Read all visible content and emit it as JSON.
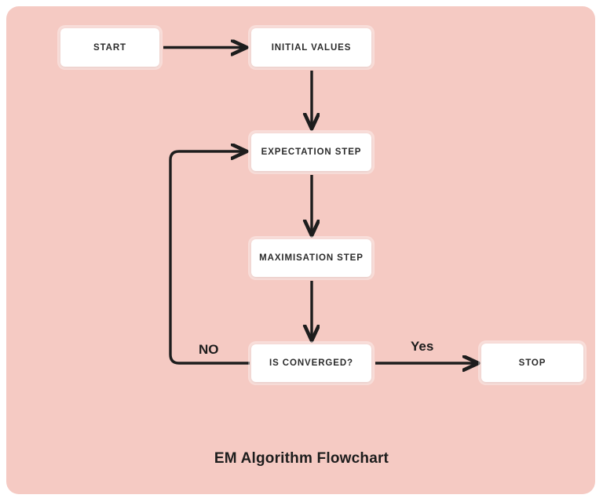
{
  "diagram": {
    "title": "EM Algorithm Flowchart",
    "background_color": "#f5cac3",
    "node_color": "#ffffff",
    "line_color": "#1d1d1d",
    "nodes": [
      {
        "id": "start",
        "label": "START"
      },
      {
        "id": "initial",
        "label": "INITIAL VALUES"
      },
      {
        "id": "expectation",
        "label": "EXPECTATION STEP"
      },
      {
        "id": "maximisation",
        "label": "MAXIMISATION STEP"
      },
      {
        "id": "converged",
        "label": "IS CONVERGED?"
      },
      {
        "id": "stop",
        "label": "STOP"
      }
    ],
    "edges": [
      {
        "from": "start",
        "to": "initial",
        "label": ""
      },
      {
        "from": "initial",
        "to": "expectation",
        "label": ""
      },
      {
        "from": "expectation",
        "to": "maximisation",
        "label": ""
      },
      {
        "from": "maximisation",
        "to": "converged",
        "label": ""
      },
      {
        "from": "converged",
        "to": "stop",
        "label": "Yes"
      },
      {
        "from": "converged",
        "to": "expectation",
        "label": "NO"
      }
    ],
    "edge_labels": {
      "no": "NO",
      "yes": "Yes"
    }
  }
}
